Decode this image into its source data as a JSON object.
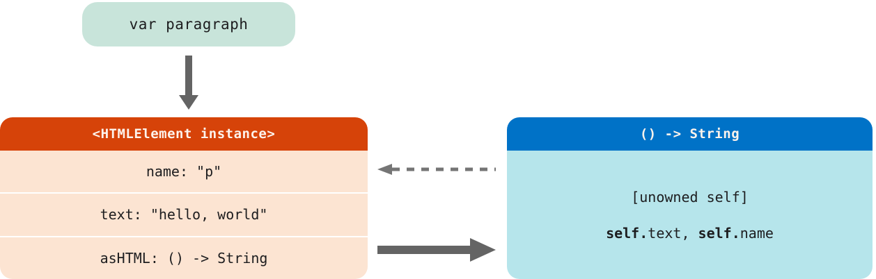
{
  "diagram": {
    "variable_pill": {
      "label": "var paragraph"
    },
    "instance_box": {
      "title": "<HTMLElement instance>",
      "properties": [
        "name: \"p\"",
        "text: \"hello, world\"",
        "asHTML: () -> String"
      ]
    },
    "closure_box": {
      "title": "() -> String",
      "capture_list": "[unowned self]",
      "expression": {
        "part1": "self.",
        "part2": "text",
        "part3": ", ",
        "part4": "self.",
        "part5": "name"
      }
    },
    "icons": {
      "assignment_arrow": "arrow-down",
      "unowned_reference_arrow": "arrow-left-dashed",
      "closure_reference_arrow": "arrow-right-solid"
    },
    "colors": {
      "pill_bg": "#c8e4da",
      "instance_header_bg": "#d64309",
      "instance_body_bg": "#fce4d2",
      "closure_header_bg": "#0072c7",
      "closure_body_bg": "#b6e5eb",
      "header_text": "#fdf3ec",
      "body_text": "#1d1d1f",
      "arrow_solid": "#646464",
      "arrow_dashed": "#757575"
    }
  }
}
